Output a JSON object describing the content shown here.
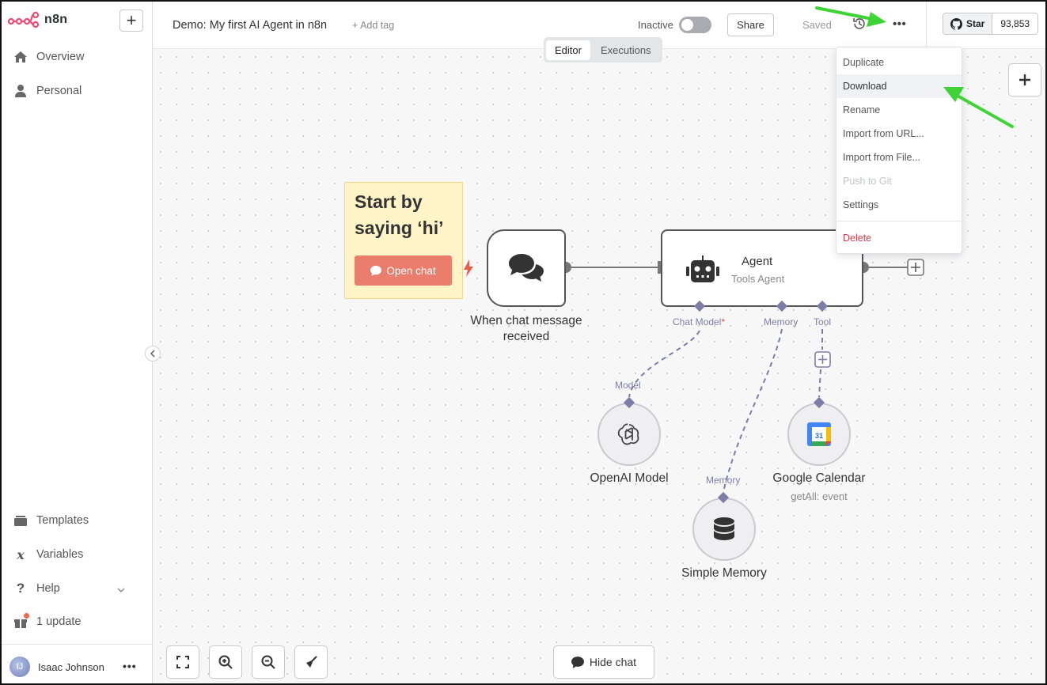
{
  "brand": {
    "name": "n8n",
    "logo_color": "#ea4b71"
  },
  "sidebar": {
    "add_label": "+",
    "items_top": [
      {
        "label": "Overview",
        "icon": "home-icon"
      },
      {
        "label": "Personal",
        "icon": "user-icon"
      }
    ],
    "items_bottom": [
      {
        "label": "Templates",
        "icon": "templates-icon"
      },
      {
        "label": "Variables",
        "icon": "variables-icon"
      },
      {
        "label": "Help",
        "icon": "help-icon"
      },
      {
        "label": "1 update",
        "icon": "gift-icon"
      }
    ],
    "user": {
      "name": "Isaac Johnson",
      "initials": "IJ",
      "more": "•••"
    }
  },
  "header": {
    "title": "Demo: My first AI Agent in n8n",
    "add_tag": "+ Add tag",
    "status_label": "Inactive",
    "share_label": "Share",
    "saved_label": "Saved",
    "more_label": "•••",
    "github": {
      "star_label": "Star",
      "star_count": "93,853"
    }
  },
  "tabs": [
    {
      "label": "Editor",
      "active": true
    },
    {
      "label": "Executions",
      "active": false
    }
  ],
  "menu": {
    "items": [
      {
        "label": "Duplicate",
        "state": "normal"
      },
      {
        "label": "Download",
        "state": "hover"
      },
      {
        "label": "Rename",
        "state": "normal"
      },
      {
        "label": "Import from URL...",
        "state": "normal"
      },
      {
        "label": "Import from File...",
        "state": "normal"
      },
      {
        "label": "Push to Git",
        "state": "disabled"
      },
      {
        "label": "Settings",
        "state": "normal"
      }
    ],
    "danger_item": "Delete"
  },
  "canvas": {
    "sticky": {
      "text": "Start by saying ‘hi’",
      "button": "Open chat",
      "bg": "#fff4c8",
      "button_color": "#ea7d6c"
    },
    "nodes": {
      "trigger": {
        "label": "When chat message received"
      },
      "agent": {
        "title": "Agent",
        "subtitle": "Tools Agent"
      },
      "openai": {
        "label": "OpenAI Model",
        "port": "Model"
      },
      "memory": {
        "label": "Simple Memory",
        "port": "Memory"
      },
      "calendar": {
        "label": "Google Calendar",
        "subtitle": "getAll: event",
        "icon_text": "31"
      }
    },
    "ports": {
      "chat_model": "Chat Model",
      "required_mark": "*",
      "memory": "Memory",
      "tool": "Tool"
    },
    "hide_chat": "Hide chat",
    "accent": "#7c7ea8"
  }
}
